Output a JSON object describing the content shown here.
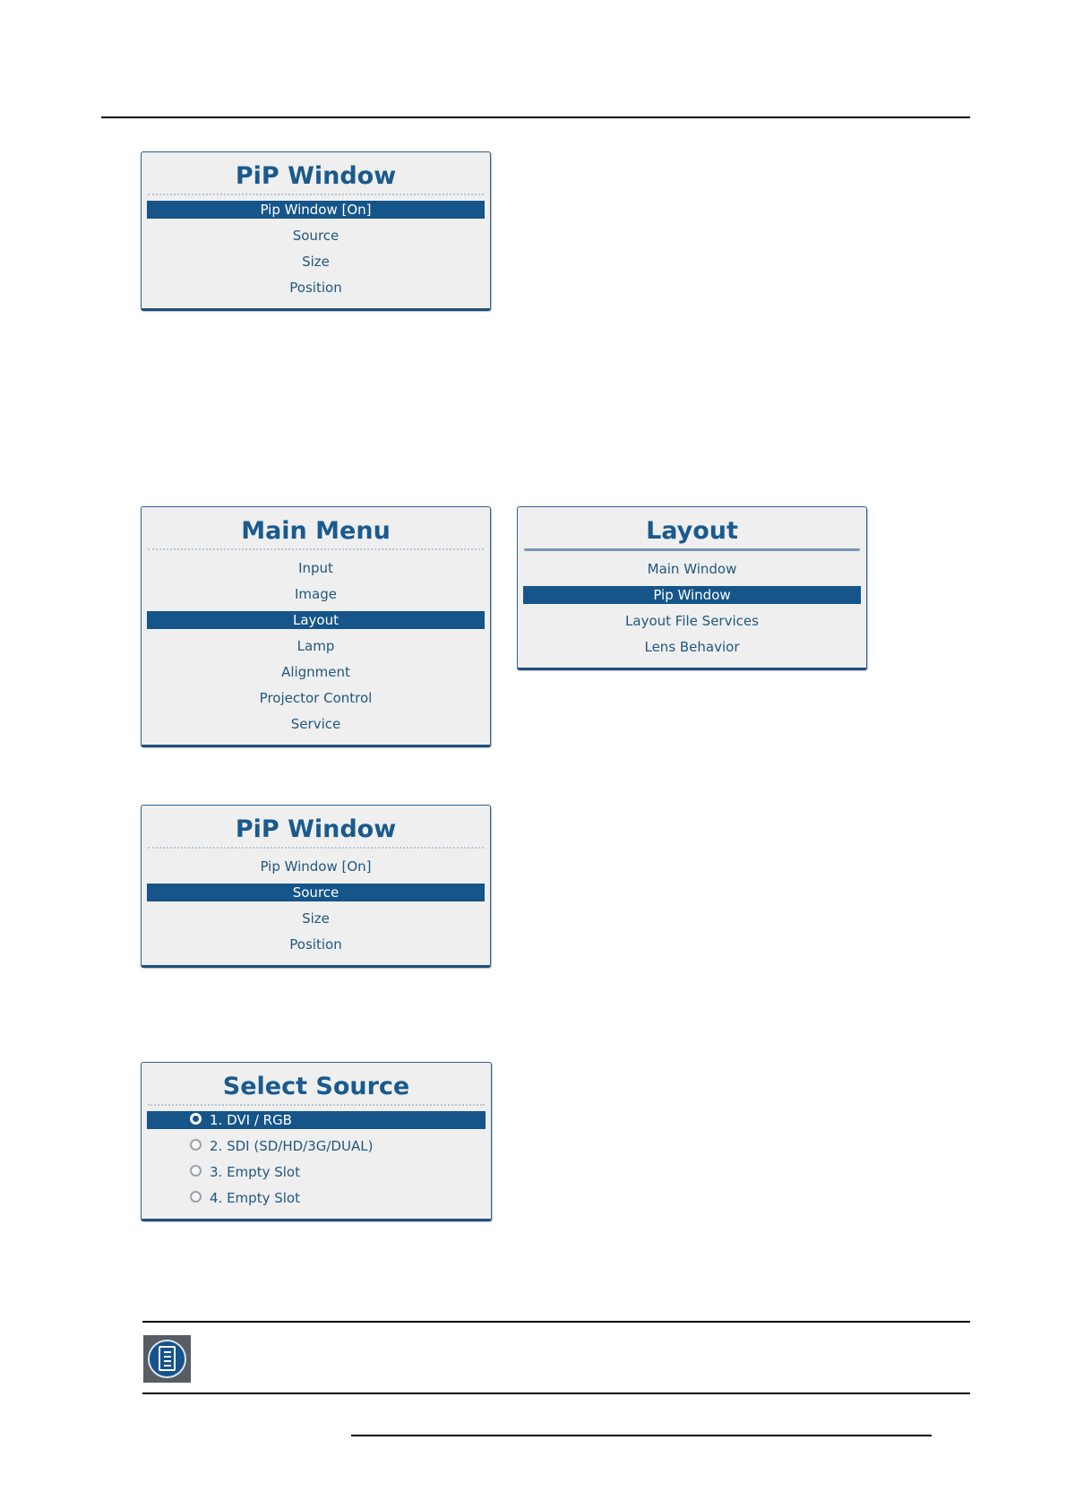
{
  "menus": {
    "pip_window_1": {
      "title": "PiP Window",
      "items": [
        "Pip Window [On]",
        "Source",
        "Size",
        "Position"
      ],
      "selected": 0
    },
    "main_menu": {
      "title": "Main Menu",
      "items": [
        "Input",
        "Image",
        "Layout",
        "Lamp",
        "Alignment",
        "Projector Control",
        "Service"
      ],
      "selected": 2
    },
    "layout": {
      "title": "Layout",
      "items": [
        "Main Window",
        "Pip Window",
        "Layout File Services",
        "Lens Behavior"
      ],
      "selected": 1
    },
    "pip_window_2": {
      "title": "PiP Window",
      "items": [
        "Pip Window [On]",
        "Source",
        "Size",
        "Position"
      ],
      "selected": 1
    },
    "select_source": {
      "title": "Select Source",
      "items": [
        "1. DVI / RGB",
        "2. SDI (SD/HD/3G/DUAL)",
        "3. Empty Slot",
        "4. Empty Slot"
      ],
      "selected": 0
    }
  },
  "colors": {
    "menu_title": "#1a5a8e",
    "menu_item": "#21577f",
    "selection_bar": "#15558a",
    "menu_background": "#efefef"
  },
  "note_icon": "note-document-icon"
}
